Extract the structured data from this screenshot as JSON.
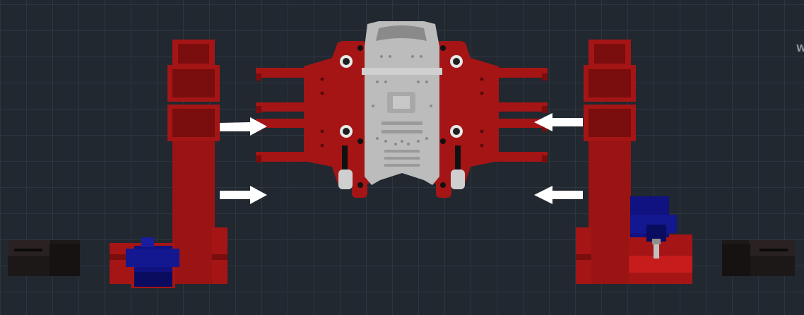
{
  "scene": {
    "corner_label": "W",
    "colors": {
      "background": "#212830",
      "grid": "#2d353f",
      "frame_red": "#a51515",
      "frame_red_dark": "#7a0d0d",
      "plate_gray": "#bfbfbf",
      "servo_blue": "#0f1280",
      "block_black": "#1f1a1a",
      "arrow_white": "#ffffff"
    },
    "objects": [
      "left-side-frame-arm",
      "right-side-frame-arm",
      "central-chassis-plate",
      "left-bracket",
      "right-bracket",
      "servo-left",
      "servo-right",
      "black-block-left",
      "black-block-right",
      "arrow-left-upper",
      "arrow-left-lower",
      "arrow-right-upper",
      "arrow-right-lower"
    ]
  }
}
